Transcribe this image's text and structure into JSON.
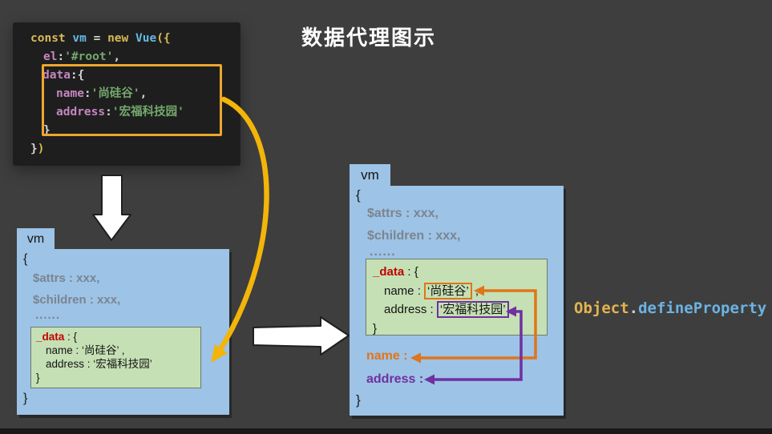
{
  "palette": {
    "background": "#3e3e3e",
    "code_bg": "#1e1e1e",
    "code_keyword": "#d9ba55",
    "code_class": "#64b9e3",
    "code_property": "#c586c0",
    "code_string": "#74a96d",
    "code_plain": "#d4d4d4",
    "highlight_rect": "#eda62f",
    "box_blue": "#9dc3e6",
    "box_green": "#c5e0b4",
    "muted_gray": "#7b8591",
    "data_red": "#c00000",
    "name_orange": "#e0751a",
    "address_purple": "#7030a0",
    "arrow_gold": "#f3b50a",
    "arrow_white": "#ffffff",
    "define_object_gold": "#e2b44f",
    "define_property_blue": "#6cb3e2"
  },
  "title": "数据代理图示",
  "code": {
    "line1": {
      "kw1": "const ",
      "var1": "vm",
      "op": " = ",
      "kw2": "new ",
      "var2": "Vue",
      "br": "({"
    },
    "line2": {
      "prop": "el",
      "colon": ":",
      "str": "'#root'",
      "comma": ","
    },
    "line3": {
      "prop": "data",
      "colon": ":{"
    },
    "line4": {
      "prop": "name",
      "colon": ":",
      "str": "'尚硅谷'",
      "comma": ","
    },
    "line5": {
      "prop": "address",
      "colon": ":",
      "str": "'宏福科技园'"
    },
    "line6": {
      "brace": "}"
    },
    "line7": {
      "brace": "}",
      "paren": ")"
    }
  },
  "left_box": {
    "tab": "vm",
    "open_brace": "{",
    "attrs_row": "$attrs : xxx,",
    "children_row": "$children : xxx,",
    "ellipsis": "......",
    "data_block": {
      "key": "_data",
      "key_suffix": " : {",
      "name_row": "name : ‘尚硅谷’ ,",
      "address_row": "address : ‘宏福科技园’",
      "close": "}"
    },
    "close_brace": "}"
  },
  "right_box": {
    "tab": "vm",
    "open_brace": "{",
    "attrs_row": "$attrs : xxx,",
    "children_row": "$children : xxx,",
    "ellipsis": "......",
    "data_block": {
      "key": "_data",
      "key_suffix": " : {",
      "name_label": "name",
      "name_sep": " : ",
      "name_value": "‘尚硅谷’",
      "name_comma": " ,",
      "address_label": "address",
      "address_sep": " : ",
      "address_value": "‘宏福科技园’",
      "close": "}"
    },
    "proxy_name": "name :",
    "proxy_address": "address :",
    "close_brace": "}"
  },
  "define_property": {
    "object": "Object",
    "dot": ".",
    "property": "defineProperty"
  }
}
